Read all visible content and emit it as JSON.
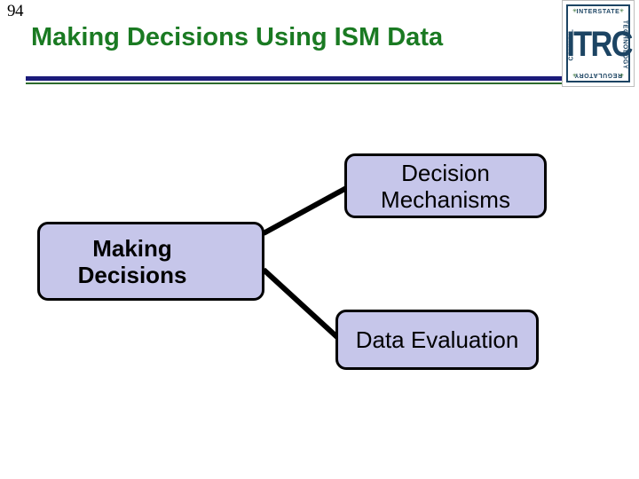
{
  "slide": {
    "number": "94",
    "title": "Making Decisions Using ISM Data",
    "background_color": "#ffffff",
    "title_color": "#1a7a22"
  },
  "rules": {
    "navy_color": "#1b1b7a",
    "green_color": "#2d6b2d"
  },
  "logo": {
    "name": "ITRC",
    "center_text": "ITRC",
    "top_word": "INTERSTATE",
    "right_word": "TECHNOLOGY",
    "bottom_word": "REGULATORY",
    "left_word": "COUNCIL",
    "star": "✳",
    "color": "#1c4463",
    "star_color": "#2d6b2d"
  },
  "diagram": {
    "node_fill": "#c6c6ea",
    "node_border": "#000000",
    "connector_color": "#000000",
    "nodes": [
      {
        "id": "making-decisions",
        "label": "Making\nDecisions"
      },
      {
        "id": "decision-mechanisms",
        "label": "Decision\nMechanisms"
      },
      {
        "id": "data-evaluation",
        "label": "Data Evaluation"
      }
    ],
    "node_labels": {
      "making_decisions_line1": "Making",
      "making_decisions_line2": "Decisions",
      "decision_mechanisms_line1": "Decision",
      "decision_mechanisms_line2": "Mechanisms",
      "data_evaluation": "Data Evaluation"
    },
    "connectors": [
      {
        "from": "making-decisions",
        "to": "decision-mechanisms"
      },
      {
        "from": "making-decisions",
        "to": "data-evaluation"
      }
    ]
  }
}
